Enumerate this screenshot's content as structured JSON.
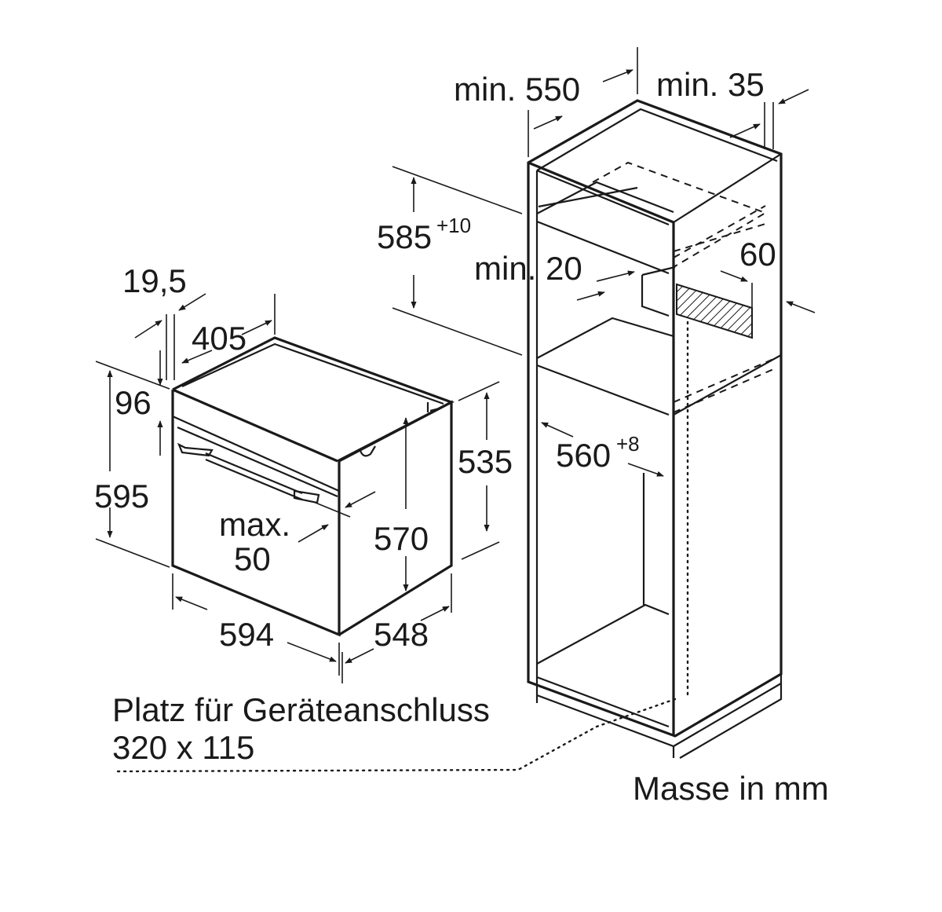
{
  "dimensions": {
    "cabinet_depth": "min. 550",
    "rear_gap": "min. 35",
    "niche_height": "585",
    "niche_height_tol": "+10",
    "vent_depth": "min. 20",
    "vent_height": "60",
    "niche_width": "560",
    "niche_width_tol": "+8",
    "front_thickness": "19,5",
    "top_depth": "405",
    "panel_height": "96",
    "total_height": "595",
    "body_height": "535",
    "inner_height": "570",
    "handle_protrusion_line1": "max.",
    "handle_protrusion_line2": "50",
    "total_width": "594",
    "body_depth": "548"
  },
  "connection_note": {
    "line1": "Platz für Geräteanschluss",
    "line2": "320 x 115"
  },
  "units_note": "Masse in mm"
}
